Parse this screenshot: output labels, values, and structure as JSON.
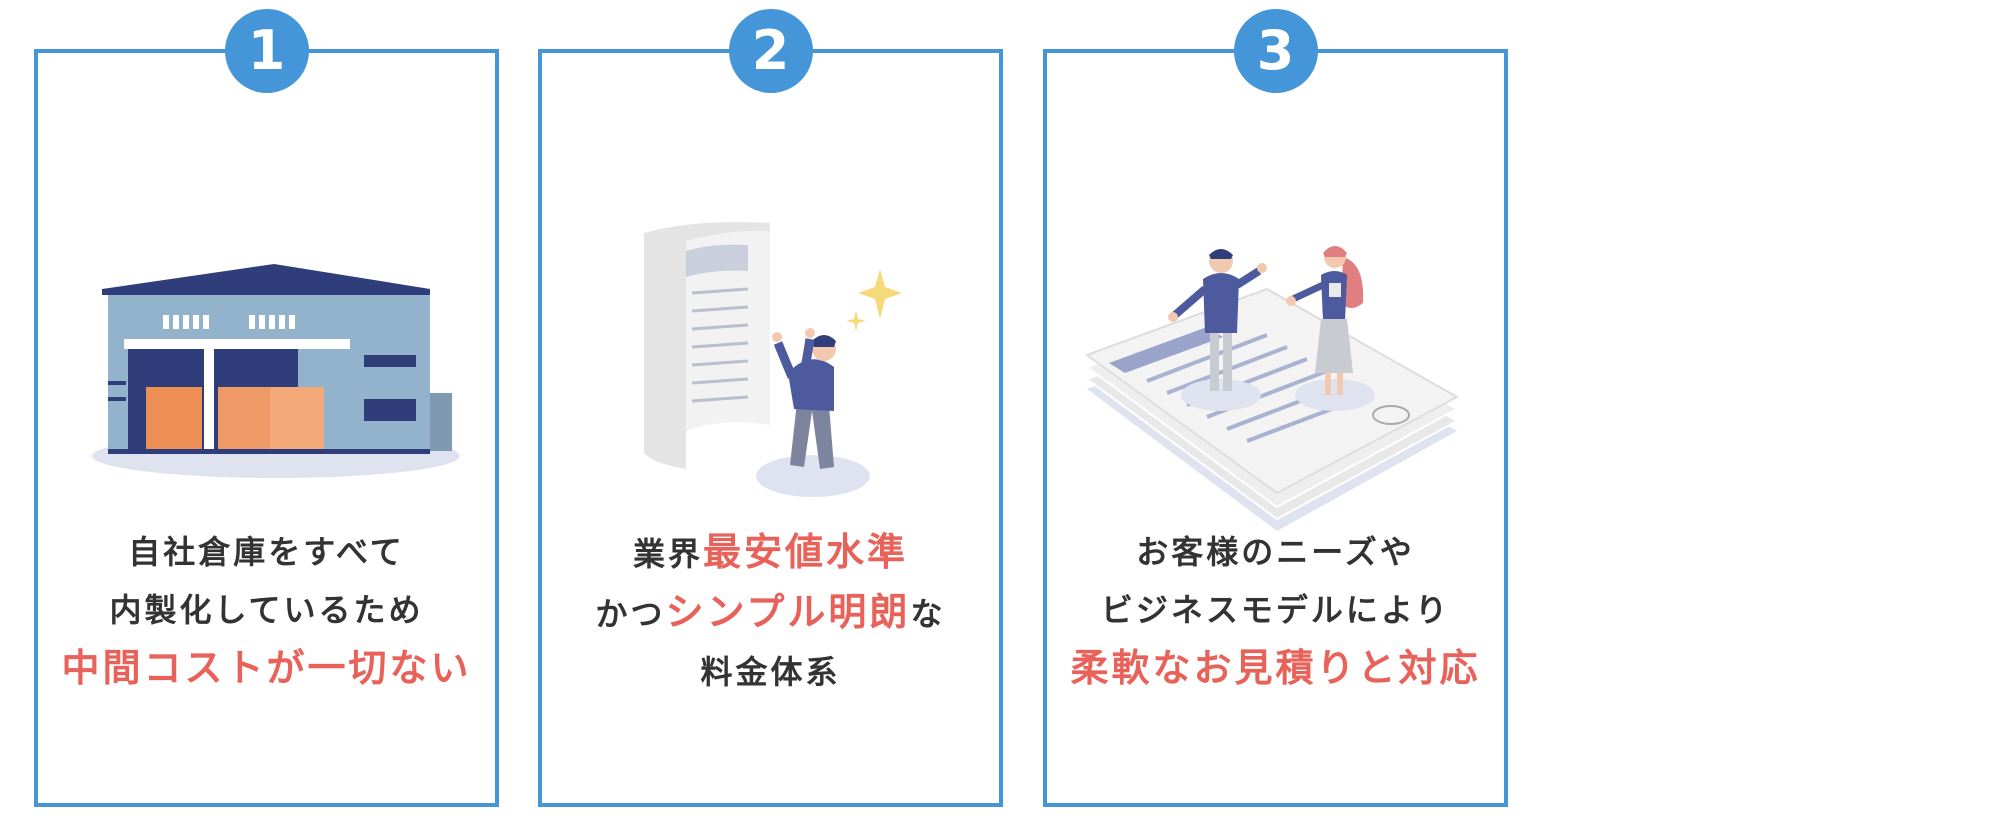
{
  "colors": {
    "accent": "#4496d8",
    "highlight": "#e8625a",
    "text": "#333333"
  },
  "cards": [
    {
      "number": "1",
      "illustration": "warehouse-icon",
      "line1": "自社倉庫をすべて",
      "line2": "内製化しているため",
      "line3": "中間コストが一切ない"
    },
    {
      "number": "2",
      "illustration": "document-celebrating-person-icon",
      "line1_a": "業界",
      "line1_b": "最安値水準",
      "line2_a": "かつ",
      "line2_b": "シンプル明朗",
      "line2_c": "な",
      "line3": "料金体系"
    },
    {
      "number": "3",
      "illustration": "meeting-on-documents-icon",
      "line1": "お客様のニーズや",
      "line2": "ビジネスモデルにより",
      "line3": "柔軟なお見積りと対応"
    }
  ]
}
